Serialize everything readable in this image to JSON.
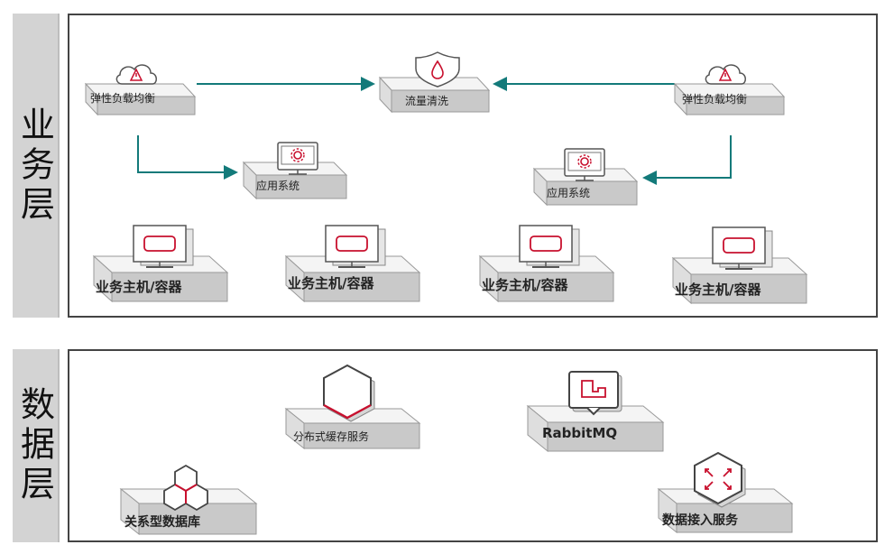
{
  "layers": {
    "business": {
      "label": "业务层"
    },
    "data": {
      "label": "数据层"
    }
  },
  "nodes": {
    "elb_left": "弹性负载均衡",
    "elb_right": "弹性负载均衡",
    "scrubbing": "流量清洗",
    "app_left": "应用系统",
    "app_right": "应用系统",
    "host_1": "业务主机/容器",
    "host_2": "业务主机/容器",
    "host_3": "业务主机/容器",
    "host_4": "业务主机/容器",
    "cache": "分布式缓存服务",
    "rabbitmq": "RabbitMQ",
    "rdb": "关系型数据库",
    "data_access": "数据接入服务"
  },
  "edges": [
    {
      "from": "elb_left",
      "to": "scrubbing"
    },
    {
      "from": "elb_right",
      "to": "scrubbing"
    },
    {
      "from": "elb_left",
      "to": "app_left"
    },
    {
      "from": "elb_right",
      "to": "app_right"
    }
  ],
  "colors": {
    "arrow": "#137a7a",
    "accent": "#c8102e",
    "sidebar": "#d3d3d3",
    "panel_border": "#444444",
    "platform_top": "#f4f4f4",
    "platform_side": "#c9c9c9"
  },
  "icons": {
    "elb_left": "cloud-alert-icon",
    "elb_right": "cloud-alert-icon",
    "scrubbing": "shield-drop-icon",
    "app_left": "monitor-gear-icon",
    "app_right": "monitor-gear-icon",
    "host_1": "monitor-icon",
    "host_2": "monitor-icon",
    "host_3": "monitor-icon",
    "host_4": "monitor-icon",
    "cache": "hexagon-icon",
    "rabbitmq": "rabbitmq-icon",
    "rdb": "hexagon-cluster-icon",
    "data_access": "data-access-icon"
  }
}
